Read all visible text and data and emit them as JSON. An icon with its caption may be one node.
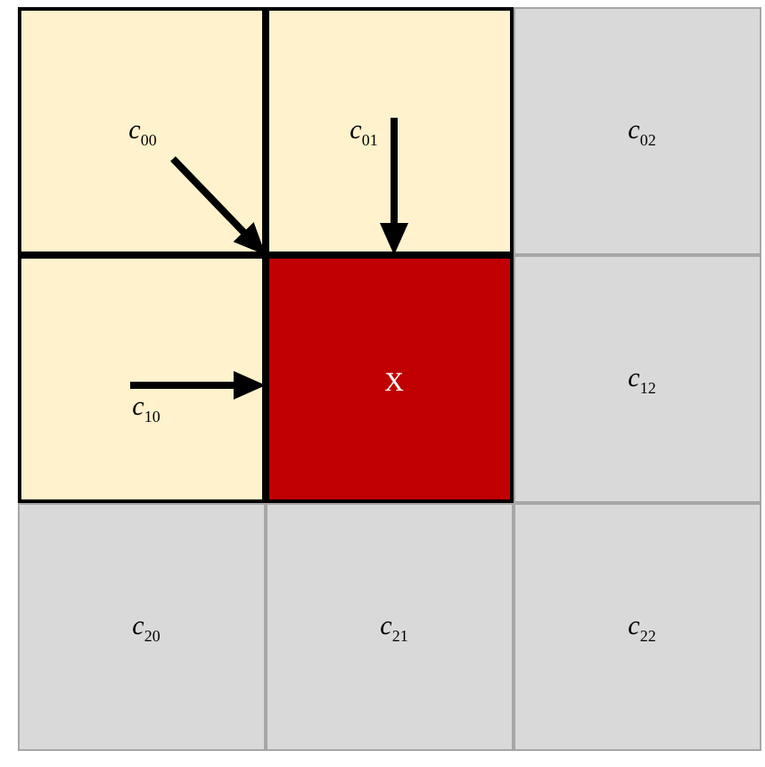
{
  "diagram": {
    "nodes": [
      {
        "text": [
          "*c*$_{00}$"
        ]
      },
      {
        "text": [
          "*c*$_{01}$"
        ]
      },
      {
        "text": [
          "*c*$_{02}$"
        ]
      },
      {
        "text": [
          "*c*$_{10}$"
        ]
      },
      {
        "text": [
          "X"
        ]
      },
      {
        "text": [
          "*c*$_{12}$"
        ]
      },
      {
        "text": [
          "*c*$_{20}$"
        ]
      },
      {
        "text": [
          "*c*$_{21}$"
        ]
      },
      {
        "text": [
          "*c*$_{22}$"
        ]
      }
    ],
    "edges": [
      {
        "from": 0,
        "to": 4,
        "arrow": "to"
      },
      {
        "from": 1,
        "to": 4,
        "arrow": "to"
      },
      {
        "from": 3,
        "to": 4,
        "arrow": "to"
      }
    ]
  }
}
